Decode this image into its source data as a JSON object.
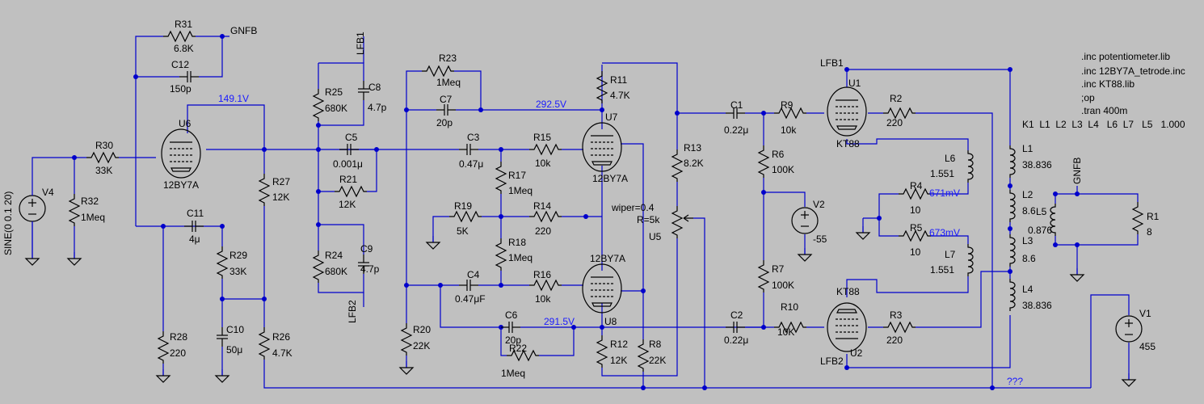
{
  "labels": {
    "R31": "R31",
    "R31v": "6.8K",
    "GNFB_top": "GNFB",
    "C12": "C12",
    "C12v": "150p",
    "v149": "149.1V",
    "U6": "U6",
    "U6v": "12BY7A",
    "R30": "R30",
    "R30v": "33K",
    "V4": "V4",
    "V4src": "SINE(0 0.1 20)",
    "R32": "R32",
    "R32v": "1Meq",
    "C11": "C11",
    "C11v": "4μ",
    "R29": "R29",
    "R29v": "33K",
    "R28": "R28",
    "R28v": "220",
    "C10": "C10",
    "C10v": "50μ",
    "R27": "R27",
    "R27v": "12K",
    "R26": "R26",
    "R26v": "4.7K",
    "LFB1_top": "LFB1",
    "R25": "R25",
    "R25v": "680K",
    "C8": "C8",
    "C8v": "4.7p",
    "C5": "C5",
    "C5v": "0.001μ",
    "R21": "R21",
    "R21v": "12K",
    "R24": "R24",
    "R24v": "680K",
    "C9": "C9",
    "C9v": "4.7p",
    "LFB2_bot": "LFB2",
    "R23": "R23",
    "R23v": "1Meq",
    "C7": "C7",
    "C7v": "20p",
    "v292": "292.5V",
    "R11": "R11",
    "R11v": "4.7K",
    "U7": "U7",
    "U7v": "12BY7A",
    "C3": "C3",
    "C3v": "0.47μ",
    "R15": "R15",
    "R15v": "10k",
    "R17": "R17",
    "R17v": "1Meq",
    "R19": "R19",
    "R19v": "5K",
    "R14": "R14",
    "R14v": "220",
    "R18": "R18",
    "R18v": "1Meq",
    "C4": "C4",
    "C4v": "0.47μF",
    "R16": "R16",
    "R16v": "10k",
    "U8v": "12BY7A",
    "U8": "U8",
    "R20": "R20",
    "R20v": "22K",
    "C6": "C6",
    "C6v": "20p",
    "v291": "291.5V",
    "R22": "R22",
    "R22v": "1Meq",
    "R12": "R12",
    "R12v": "12K",
    "R8": "R8",
    "R8v": "22K",
    "R13": "R13",
    "R13v": "8.2K",
    "wiper": "wiper=0.4",
    "Rpot": "R=5k",
    "U5": "U5",
    "C1": "C1",
    "C1v": "0.22μ",
    "R9": "R9",
    "R9v": "10k",
    "R6": "R6",
    "R6v": "100K",
    "V2": "V2",
    "V2v": "-55",
    "R7": "R7",
    "R7v": "100K",
    "C2": "C2",
    "C2v": "0.22μ",
    "R10": "R10",
    "R10v": "10K",
    "LFB1_u1": "LFB1",
    "U1": "U1",
    "KT88a": "KT88",
    "R2": "R2",
    "R2v": "220",
    "KT88b": "KT88",
    "U2": "U2",
    "LFB2_u2": "LFB2",
    "R3": "R3",
    "R3v": "220",
    "R4": "R4",
    "R4v": "10",
    "v671": "671mV",
    "R5": "R5",
    "R5v": "10",
    "v673": "673mV",
    "L6": "L6",
    "L6v": "1.551",
    "L7": "L7",
    "L7v": "1.551",
    "L1": "L1",
    "L1v": "38.836",
    "L2": "L2",
    "L2v": "8.6",
    "L3": "L3",
    "L3v": "8.6",
    "L4": "L4",
    "L4v": "38.836",
    "L5": "L5",
    "L5v": "0.876",
    "GNFB_right": "GNFB",
    "R1": "R1",
    "R1v": "8",
    "V1": "V1",
    "V1v": "455",
    "qqq": "???"
  },
  "directives": [
    ".inc potentiometer.lib",
    ".inc 12BY7A_tetrode.inc",
    ".inc KT88.lib",
    ";op",
    ".tran 400m",
    "K1  L1  L2  L3  L4   L6  L7   L5   1.000"
  ],
  "colors": {
    "background": "#c0c0c0",
    "wire": "#0000cc",
    "component": "#000000",
    "voltage_label": "#1a1aff"
  }
}
